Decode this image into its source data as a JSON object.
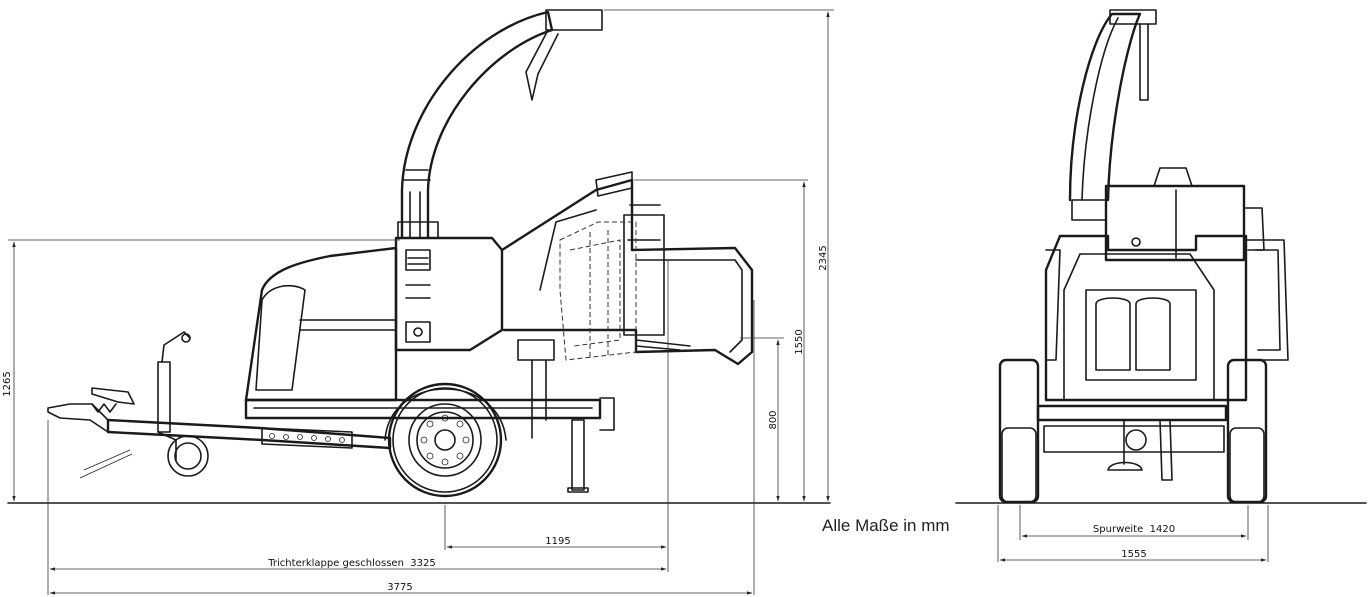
{
  "dimensions": {
    "height_chute_open": "1265",
    "height_total": "2345",
    "height_hopper_top": "1550",
    "height_hopper_bottom": "800",
    "length_1195": "1195",
    "length_hopper_closed": "Trichterklappe geschlossen  3325",
    "length_total": "3775",
    "track_width": "Spurweite  1420",
    "width_total": "1555"
  },
  "note": "Alle Maße in mm"
}
